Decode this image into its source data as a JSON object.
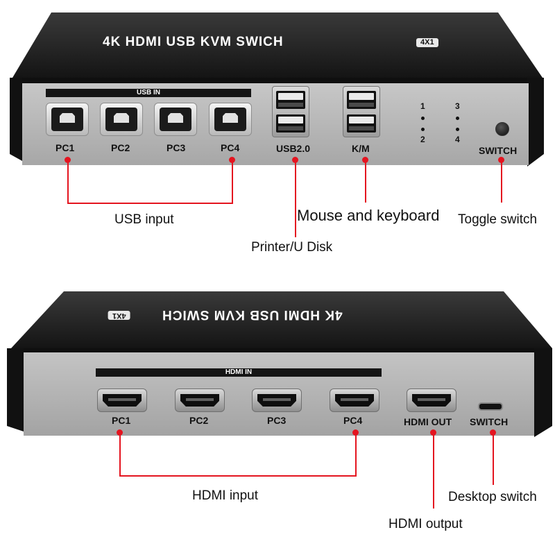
{
  "top_panel": {
    "title": "4K HDMI USB KVM SWICH",
    "badge": "4X1",
    "usb_in_label": "USB IN",
    "ports": [
      "PC1",
      "PC2",
      "PC3",
      "PC4"
    ],
    "usb2_label": "USB2.0",
    "km_label": "K/M",
    "indicators": [
      "1",
      "2",
      "3",
      "4"
    ],
    "switch_label": "SWITCH",
    "callouts": {
      "usb_input": "USB input",
      "mouse_keyboard": "Mouse and keyboard",
      "toggle_switch": "Toggle switch",
      "printer_udisk": "Printer/U Disk"
    }
  },
  "bottom_panel": {
    "title": "4K HDMI USB KVM SWICH",
    "badge": "4X1",
    "hdmi_in_label": "HDMI IN",
    "ports": [
      "PC1",
      "PC2",
      "PC3",
      "PC4"
    ],
    "hdmi_out_label": "HDMI OUT",
    "switch_label": "SWITCH",
    "callouts": {
      "hdmi_input": "HDMI input",
      "desktop_switch": "Desktop switch",
      "hdmi_output": "HDMI output"
    }
  },
  "colors": {
    "device_top": "#2a2a2a",
    "panel_face": "#b4b4b4",
    "callout_line": "#e4141f"
  }
}
